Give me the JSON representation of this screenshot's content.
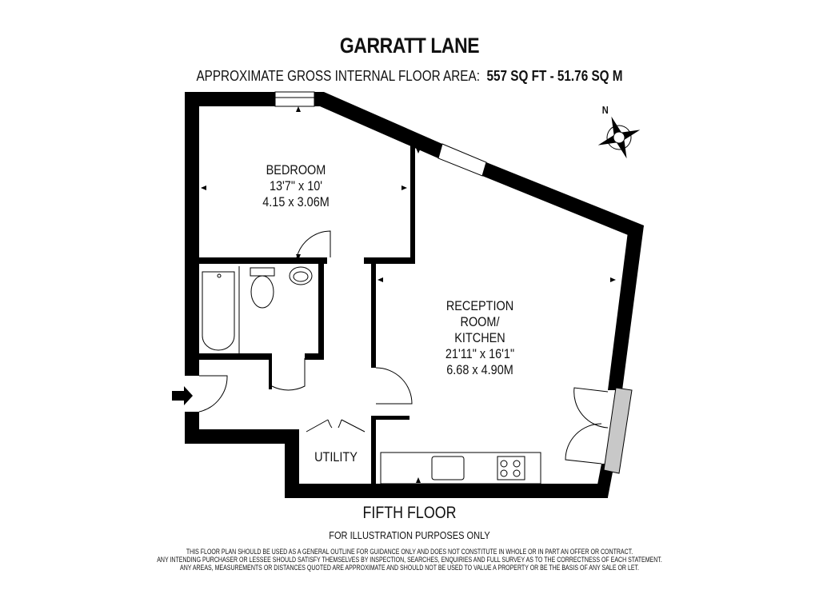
{
  "header": {
    "title": "GARRATT LANE",
    "area_label": "APPROXIMATE GROSS INTERNAL FLOOR AREA:",
    "area_value": "557 SQ FT  -  51.76 SQ M"
  },
  "rooms": [
    {
      "name": "BEDROOM",
      "imperial": "13'7\" x 10'",
      "metric": "4.15 x 3.06M"
    },
    {
      "name": "RECEPTION ROOM/",
      "name2": "KITCHEN",
      "imperial": "21'11\" x 16'1\"",
      "metric": "6.68 x 4.90M"
    },
    {
      "name": "UTILITY"
    }
  ],
  "compass": {
    "label": "N",
    "icon": "compass-rose-icon"
  },
  "entrance": {
    "icon": "entrance-arrow-icon"
  },
  "footer": {
    "floor": "FIFTH FLOOR",
    "illustration": "FOR ILLUSTRATION PURPOSES ONLY",
    "disclaimer": [
      "THIS FLOOR PLAN SHOULD BE USED AS A GENERAL OUTLINE FOR GUIDANCE ONLY AND DOES NOT CONSTITUTE IN WHOLE OR IN PART AN OFFER OR CONTRACT.",
      "ANY INTENDING PURCHASER OR LESSEE SHOULD SATISFY THEMSELVES BY INSPECTION, SEARCHES, ENQUIRIES AND FULL SURVEY AS TO THE CORRECTNESS OF EACH STATEMENT.",
      "ANY AREAS, MEASUREMENTS OR DISTANCES QUOTED ARE APPROXIMATE AND SHOULD NOT BE USED TO VALUE A PROPERTY OR BE THE BASIS OF ANY SALE OR LET."
    ]
  },
  "colors": {
    "wall": "#000000",
    "balcony": "#c8c8c8",
    "background": "#ffffff"
  }
}
